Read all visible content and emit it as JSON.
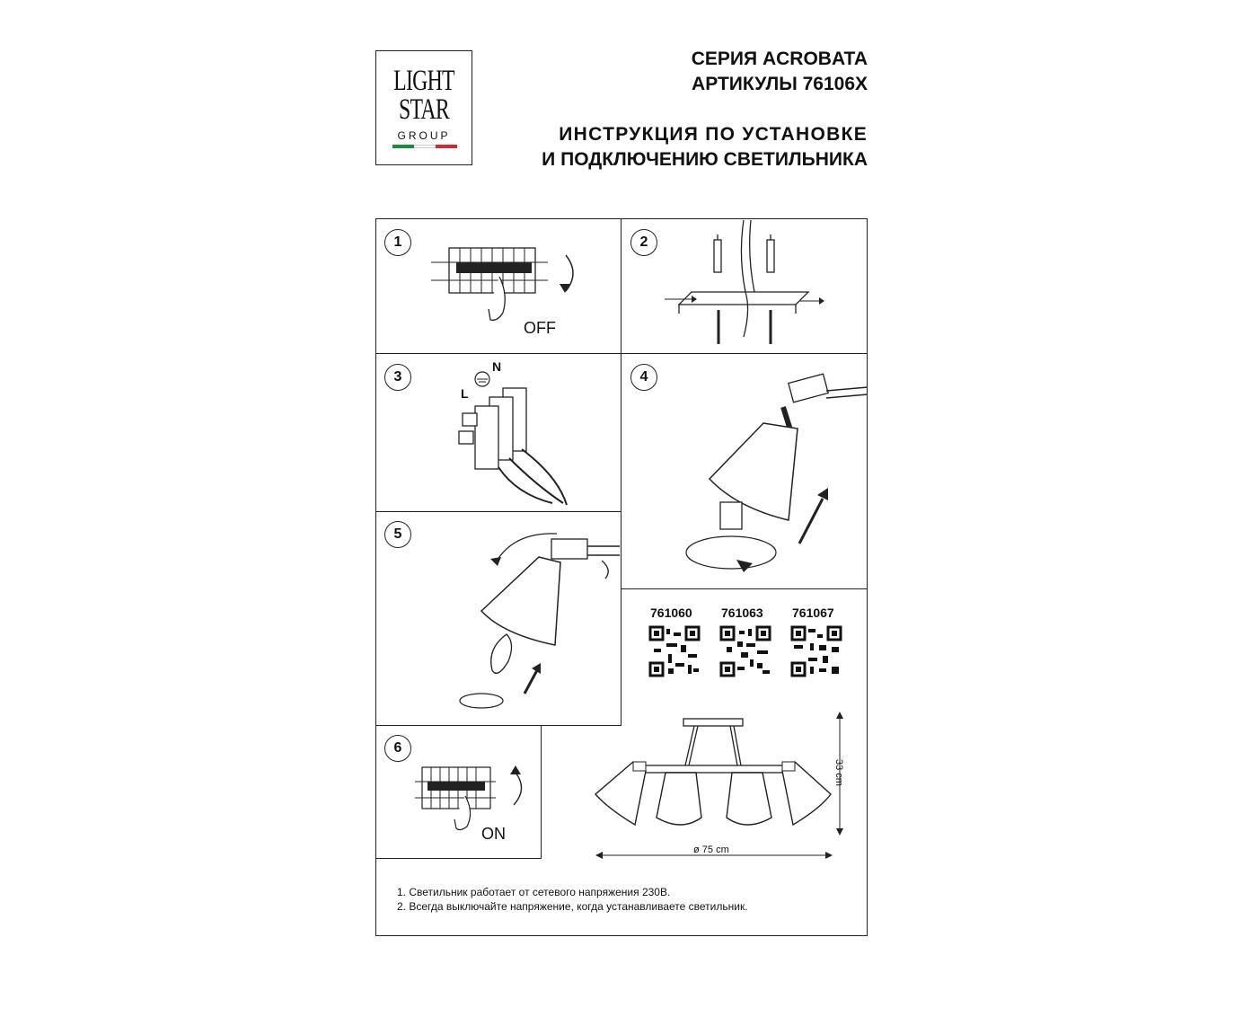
{
  "logo": {
    "line1": "LIGHT",
    "line2": "STAR",
    "line3": "GROUP",
    "flag_colors": [
      "#1b8a3a",
      "#ffffff",
      "#d62828"
    ]
  },
  "header": {
    "series": "СЕРИЯ ACROBATA",
    "articles": "АРТИКУЛЫ 76106X",
    "title_line1": "ИНСТРУКЦИЯ ПО УСТАНОВКЕ",
    "title_line2": "И ПОДКЛЮЧЕНИЮ СВЕТИЛЬНИКА"
  },
  "steps": [
    {
      "number": "1",
      "label": "OFF"
    },
    {
      "number": "2"
    },
    {
      "number": "3",
      "wire_n": "N",
      "wire_l": "L"
    },
    {
      "number": "4"
    },
    {
      "number": "5"
    },
    {
      "number": "6",
      "label": "ON"
    }
  ],
  "models": [
    "761060",
    "761063",
    "761067"
  ],
  "dimensions": {
    "height": "33 cm",
    "diameter": "ø 75 cm"
  },
  "notes": [
    "1. Светильник работает от сетевого напряжения 230В.",
    "2. Всегда выключайте напряжение, когда устанавливаете светильник."
  ],
  "icons": [
    "breaker-icon",
    "hand-icon",
    "mounting-bracket-icon",
    "terminal-block-icon",
    "lamp-shade-icon",
    "bulb-icon",
    "qr-code-icon",
    "chandelier-icon"
  ]
}
